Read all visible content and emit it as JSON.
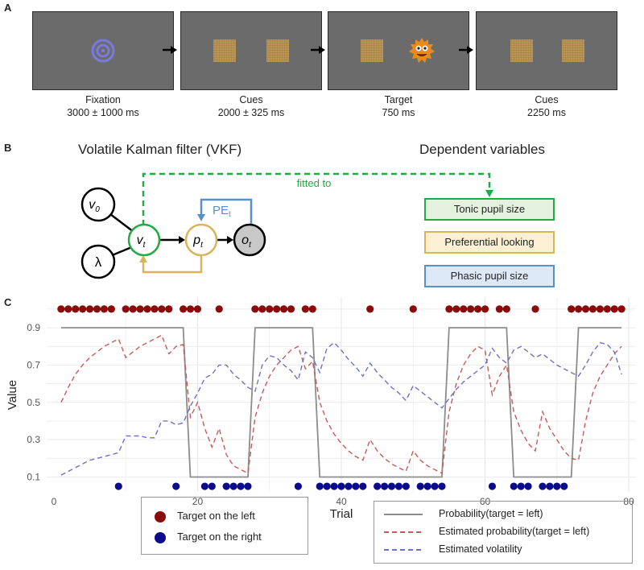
{
  "panels": {
    "a": "A",
    "b": "B",
    "c": "C"
  },
  "trial_sequence": [
    {
      "name": "Fixation",
      "duration": "3000 ± 1000 ms",
      "content": "fixation"
    },
    {
      "name": "Cues",
      "duration": "2000 ± 325 ms",
      "content": "cues"
    },
    {
      "name": "Target",
      "duration": "750 ms",
      "content": "target"
    },
    {
      "name": "Cues",
      "duration": "2250 ms",
      "content": "cues"
    }
  ],
  "model": {
    "title": "Volatile Kalman filter (VKF)",
    "dependent_title": "Dependent variables",
    "fitted_label": "fitted to",
    "nodes": {
      "v0": "v",
      "v0_sub": "0",
      "lambda": "λ",
      "vt": "v",
      "vt_sub": "t",
      "pt": "p",
      "pt_sub": "t",
      "ot": "o",
      "ot_sub": "t"
    },
    "pe_label": "PE",
    "pe_sub": "t",
    "dependent_variables": [
      {
        "label": "Tonic pupil size",
        "border": "#22aa44",
        "fill": "#e3f1de"
      },
      {
        "label": "Preferential looking",
        "border": "#d9b45a",
        "fill": "#fbf0d3"
      },
      {
        "label": "Phasic pupil size",
        "border": "#5a90c8",
        "fill": "#dde9f6"
      }
    ],
    "colors": {
      "vt": "#22aa44",
      "pt": "#d9b45a",
      "pe": "#5a90c8",
      "ot_fill": "#c8c8c8"
    }
  },
  "chart_data": {
    "type": "line",
    "xlabel": "Trial",
    "ylabel": "Value",
    "xlim": [
      -1,
      81
    ],
    "ylim": [
      0.02,
      1.06
    ],
    "xticks": [
      0,
      20,
      40,
      60,
      80
    ],
    "yticks": [
      0.1,
      0.3,
      0.5,
      0.7,
      0.9
    ],
    "grid": true,
    "target_left_trials": [
      1,
      2,
      3,
      4,
      5,
      6,
      7,
      8,
      10,
      11,
      12,
      13,
      14,
      15,
      16,
      18,
      19,
      20,
      23,
      28,
      29,
      30,
      31,
      32,
      33,
      35,
      36,
      44,
      50,
      55,
      56,
      57,
      58,
      59,
      60,
      62,
      63,
      67,
      72,
      73,
      74,
      75,
      76,
      77,
      78,
      79
    ],
    "target_right_trials": [
      9,
      17,
      21,
      22,
      24,
      25,
      26,
      27,
      34,
      37,
      38,
      39,
      40,
      41,
      42,
      43,
      45,
      46,
      47,
      48,
      49,
      51,
      52,
      53,
      54,
      61,
      64,
      65,
      66,
      68,
      69,
      70,
      71
    ],
    "target_left_y": 1.0,
    "target_right_y": 0.05,
    "series": [
      {
        "name": "Probability(target = left)",
        "color": "#8c8c8c",
        "dash": "none",
        "x": [
          1,
          18,
          19,
          27,
          28,
          36,
          37,
          54,
          55,
          63,
          64,
          72,
          73,
          79
        ],
        "y": [
          0.9,
          0.9,
          0.1,
          0.1,
          0.9,
          0.9,
          0.1,
          0.1,
          0.9,
          0.9,
          0.1,
          0.1,
          0.9,
          0.9
        ]
      },
      {
        "name": "Estimated probability(target = left)",
        "color": "#c85a5a",
        "dash": "6,4",
        "x": [
          1,
          2,
          3,
          4,
          5,
          6,
          7,
          8,
          9,
          10,
          11,
          12,
          13,
          14,
          15,
          16,
          17,
          18,
          19,
          20,
          21,
          22,
          23,
          24,
          25,
          26,
          27,
          28,
          29,
          30,
          31,
          32,
          33,
          34,
          35,
          36,
          37,
          38,
          39,
          40,
          41,
          42,
          43,
          44,
          45,
          46,
          47,
          48,
          49,
          50,
          51,
          52,
          53,
          54,
          55,
          56,
          57,
          58,
          59,
          60,
          61,
          62,
          63,
          64,
          65,
          66,
          67,
          68,
          69,
          70,
          71,
          72,
          73,
          74,
          75,
          76,
          77,
          78,
          79
        ],
        "y": [
          0.5,
          0.58,
          0.65,
          0.7,
          0.74,
          0.77,
          0.8,
          0.82,
          0.84,
          0.74,
          0.77,
          0.8,
          0.82,
          0.84,
          0.86,
          0.76,
          0.8,
          0.81,
          0.42,
          0.5,
          0.36,
          0.26,
          0.36,
          0.22,
          0.16,
          0.14,
          0.12,
          0.42,
          0.55,
          0.64,
          0.7,
          0.74,
          0.78,
          0.8,
          0.68,
          0.72,
          0.5,
          0.4,
          0.33,
          0.28,
          0.24,
          0.21,
          0.19,
          0.3,
          0.24,
          0.2,
          0.17,
          0.15,
          0.13,
          0.24,
          0.19,
          0.16,
          0.14,
          0.12,
          0.45,
          0.6,
          0.7,
          0.76,
          0.8,
          0.78,
          0.54,
          0.64,
          0.7,
          0.45,
          0.35,
          0.28,
          0.24,
          0.45,
          0.36,
          0.3,
          0.24,
          0.2,
          0.19,
          0.4,
          0.55,
          0.64,
          0.7,
          0.76,
          0.8
        ]
      },
      {
        "name": "Estimated volatility",
        "color": "#7070c8",
        "dash": "6,4",
        "x": [
          1,
          2,
          3,
          4,
          5,
          6,
          7,
          8,
          9,
          10,
          11,
          12,
          13,
          14,
          15,
          16,
          17,
          18,
          19,
          20,
          21,
          22,
          23,
          24,
          25,
          26,
          27,
          28,
          29,
          30,
          31,
          32,
          33,
          34,
          35,
          36,
          37,
          38,
          39,
          40,
          41,
          42,
          43,
          44,
          45,
          46,
          47,
          48,
          49,
          50,
          51,
          52,
          53,
          54,
          55,
          56,
          57,
          58,
          59,
          60,
          61,
          62,
          63,
          64,
          65,
          66,
          67,
          68,
          69,
          70,
          71,
          72,
          73,
          74,
          75,
          76,
          77,
          78,
          79
        ],
        "y": [
          0.11,
          0.13,
          0.15,
          0.17,
          0.19,
          0.2,
          0.21,
          0.22,
          0.23,
          0.32,
          0.32,
          0.32,
          0.31,
          0.31,
          0.4,
          0.4,
          0.38,
          0.39,
          0.48,
          0.55,
          0.63,
          0.65,
          0.7,
          0.7,
          0.65,
          0.62,
          0.58,
          0.56,
          0.7,
          0.75,
          0.74,
          0.7,
          0.67,
          0.62,
          0.77,
          0.74,
          0.66,
          0.79,
          0.82,
          0.78,
          0.73,
          0.69,
          0.64,
          0.71,
          0.66,
          0.62,
          0.58,
          0.55,
          0.51,
          0.59,
          0.56,
          0.53,
          0.5,
          0.47,
          0.52,
          0.57,
          0.61,
          0.64,
          0.67,
          0.7,
          0.79,
          0.74,
          0.71,
          0.78,
          0.8,
          0.77,
          0.74,
          0.76,
          0.73,
          0.7,
          0.68,
          0.66,
          0.64,
          0.7,
          0.77,
          0.82,
          0.81,
          0.77,
          0.65
        ]
      }
    ],
    "legend_left": [
      {
        "label": "Target on the left",
        "color": "#8b0b0b"
      },
      {
        "label": "Target on the right",
        "color": "#0b0b8b"
      }
    ]
  }
}
